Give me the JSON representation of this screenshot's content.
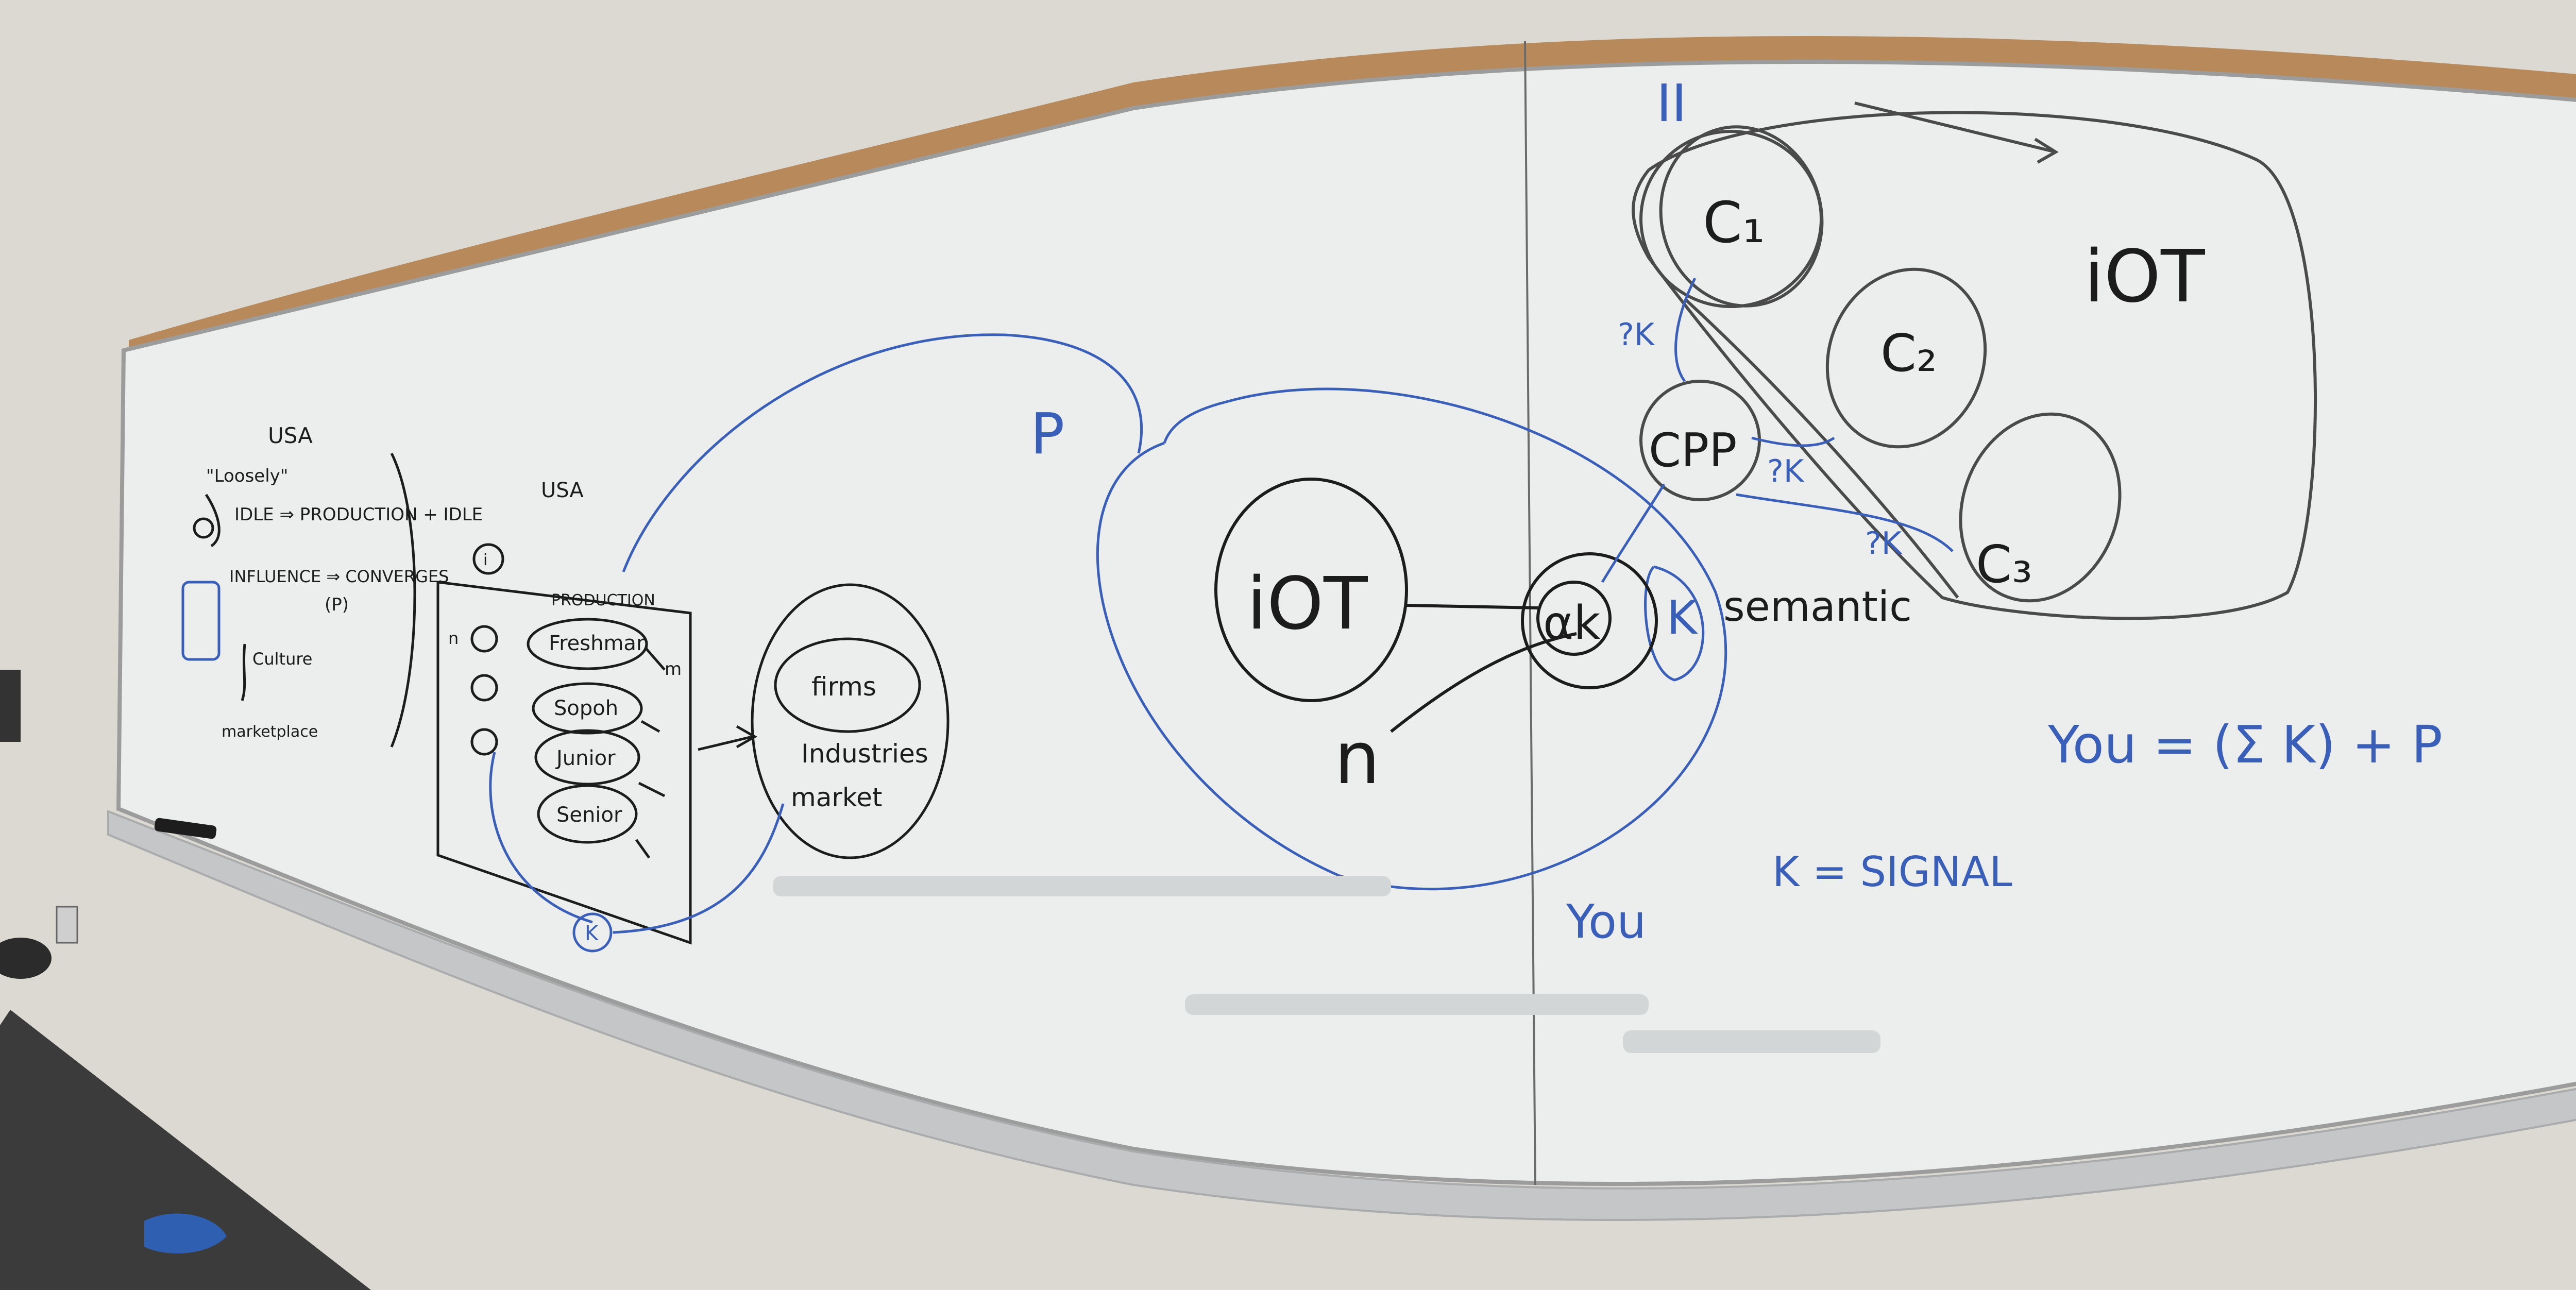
{
  "colors": {
    "wall": "#d9d6cf",
    "board": "#eef0ef",
    "cork": "#b8895a",
    "tray": "#c9cacb",
    "ink_black": "#1c1c1c",
    "ink_blue": "#3a5fb8",
    "floor": "#3b3b3c"
  },
  "left_notes": {
    "usa_top": "USA",
    "loosely": "\"Loosely\"",
    "idle_line": "IDLE ⇒ PRODUCTION + IDLE",
    "influence_line": "INFLUENCE ⇒ CONVERGES",
    "p_paren": "(P)",
    "culture": "Culture",
    "marketplace": "marketplace"
  },
  "production_diagram": {
    "usa": "USA",
    "title": "PRODUCTION",
    "i_top": "i",
    "stages": [
      "Freshman",
      "Sopoh",
      "Junior",
      "Senior"
    ],
    "m": "m",
    "n": "n",
    "k": "K",
    "targets": [
      "firms",
      "Industries",
      "market"
    ]
  },
  "center_diagram": {
    "p": "P",
    "iot": "iOT",
    "ak": "αk",
    "k": "K",
    "semantic": "semantic",
    "n": "n",
    "you": "You",
    "k_signal": "K = SIGNAL"
  },
  "right_diagram": {
    "ii": "II",
    "c1": "C₁",
    "c2": "C₂",
    "c3": "C₃",
    "cpp": "CPP",
    "iot": "iOT",
    "q1": "?K",
    "q2": "?K",
    "q3": "?K",
    "formula": "You = (Σ K) + P"
  }
}
